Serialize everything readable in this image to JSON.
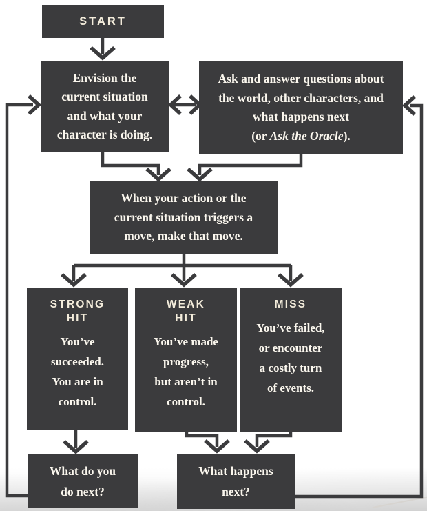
{
  "colors": {
    "box": "#3b3b3d",
    "line": "#3b3b3d",
    "heading_text": "#f3ecdb",
    "body_text": "#fbf7ee",
    "page_bg": "#ffffff"
  },
  "nodes": {
    "start": {
      "label": "START"
    },
    "envision": {
      "lines": [
        "Envision the",
        "current situation",
        "and what your",
        "character is doing."
      ]
    },
    "ask": {
      "lines": [
        "Ask and answer questions about",
        "the world, other characters, and",
        "what happens next"
      ],
      "last": {
        "prefix": "(or ",
        "italic": "Ask the Oracle",
        "suffix": ")."
      }
    },
    "move": {
      "lines": [
        "When your action or the",
        "current situation triggers a",
        "move, make that move."
      ]
    },
    "strong_hit": {
      "heading_lines": [
        "STRONG",
        "HIT"
      ],
      "body_lines": [
        "You’ve",
        "succeeded.",
        "You are in",
        "control."
      ]
    },
    "weak_hit": {
      "heading_lines": [
        "WEAK",
        "HIT"
      ],
      "body_lines": [
        "You’ve made",
        "progress,",
        "but aren’t in",
        "control."
      ]
    },
    "miss": {
      "heading_lines": [
        "MISS"
      ],
      "body_lines": [
        "You’ve failed,",
        "or encounter",
        "a costly turn",
        "of events."
      ]
    },
    "do_next": {
      "lines": [
        "What do you",
        "do next?"
      ]
    },
    "happens_next": {
      "lines": [
        "What happens",
        "next?"
      ]
    }
  }
}
